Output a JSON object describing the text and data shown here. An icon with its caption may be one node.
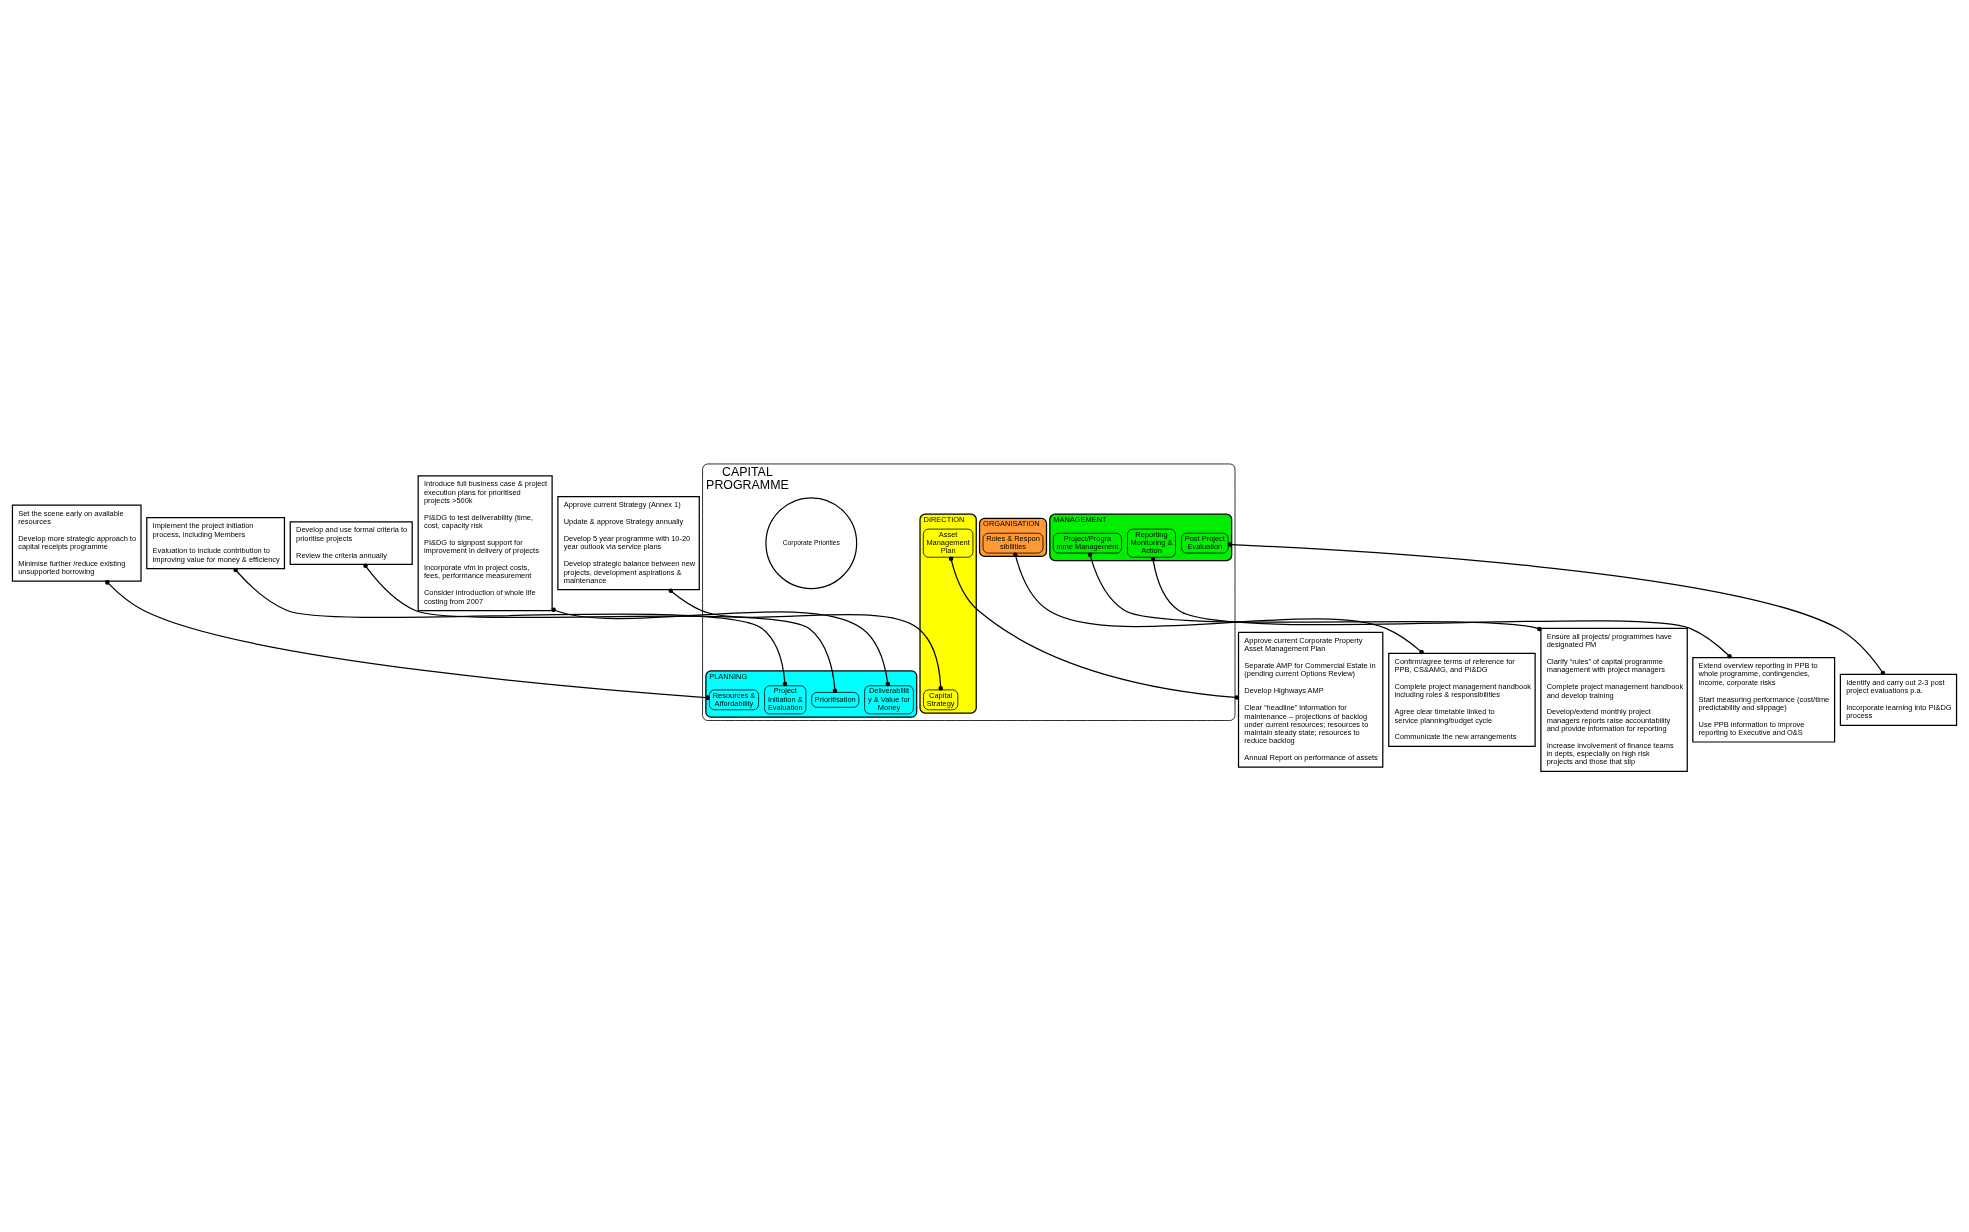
{
  "diagram": {
    "nodes": [
      {
        "text": [
          "CAPITAL",
          "PROGRAMME"
        ]
      },
      {
        "text": [
          "PLANNING"
        ],
        "in": 0
      },
      {
        "text": [
          "Resources & Affordability"
        ],
        "in": 1
      },
      {
        "text": [
          "Project Initiation & Evaluation"
        ],
        "in": 1
      },
      {
        "text": [
          "Prioritisation"
        ],
        "in": 1
      },
      {
        "text": [
          "Deliverablility & Value for Money"
        ],
        "in": 1
      },
      {
        "text": [
          "DIRECTION"
        ],
        "in": 0
      },
      {
        "text": [
          "Capital Strategy"
        ],
        "in": 6
      },
      {
        "text": [
          "Asset Management Plan"
        ],
        "in": 6
      },
      {
        "text": [
          "ORGANISATION"
        ],
        "in": 0
      },
      {
        "text": [
          "Roles & Responsibilities"
        ],
        "in": 9
      },
      {
        "text": [
          "MANAGEMENT"
        ],
        "in": 0
      },
      {
        "text": [
          "Project/Programme Management"
        ],
        "in": 11
      },
      {
        "text": [
          "Reporting Monitoring & Action"
        ],
        "in": 11
      },
      {
        "text": [
          "Post Project Evaluation"
        ],
        "in": 11
      },
      {
        "text": [
          "Corporate Priorities"
        ],
        "in": 0
      },
      {
        "text": [
          "Set the scene early on available resources",
          "Develop more strategic approach to capital receipts programme",
          "Minimise further /reduce existing unsupported borrowing"
        ]
      },
      {
        "text": [
          "Implement the project initiation process, including Members",
          "Evaluation to include contribution to improving value for money & efficiency"
        ]
      },
      {
        "text": [
          "Develop and use formal criteria to prioritise projects",
          "Review the criteria annually"
        ]
      },
      {
        "text": [
          "Introduce full business case & project execution plans for prioritised projects >500k",
          "PI&DG to test deliverability (time, cost, capacity risk",
          "PI&DG to signpost support for improvement in delivery of projects",
          "Incorporate vfm in project costs, fees, performance measurement",
          "Consider introduction of whole life costing from 2007"
        ]
      },
      {
        "text": [
          "Approve current Strategy (Annex 1)",
          "Update & approve Strategy annually",
          "Develop 5 year programme with 10-20 year outlook via service plans",
          "Develop strategic balance between new projects, development aspirations & maintenance"
        ]
      },
      {
        "text": [
          "Approve current Corporate Property Asset Management Plan",
          "Separate AMP for Commercial Estate in (pending current Options Review)",
          "Develop Highways AMP",
          "Clear “headline” information for maintenance – projections of backlog under current resources; resources to maintain steady state; resources to reduce backlog",
          "Annual Report on performance of assets"
        ]
      },
      {
        "text": [
          "Ensure all projects/ programmes have designated PM",
          "Clarify “rules” of capital programme management with project managers",
          "Complete project management handbook and develop training",
          "Develop/extend monthly project managers reports raise accountability and provide information for reporting",
          "Increase involvement of finance teams in depts, especially on high risk projects and those that slip"
        ]
      },
      {
        "text": [
          "Confirm/agree terms of reference for PPB, CS&AMG, and PI&DG",
          "Complete project management handbook including roles & responsibilities",
          "Agree clear timetable linked to service planning/budget cycle",
          "Communicate the new arrangements"
        ]
      },
      {
        "text": [
          "Identify and carry out 2-3 post project evaluations p.a.",
          "Incorporate learning into PI&DG process"
        ]
      },
      {
        "text": [
          "Extend overview reporting in PPB to whole programme, contingencies, income, corporate risks",
          "Start measuring performance (cost/time predictability and slippage)",
          "Use PPB information to improve reporting to Executive and O&S"
        ]
      }
    ],
    "edges": [
      {
        "from": 16,
        "to": 2,
        "arrow": "other"
      },
      {
        "from": 3,
        "to": 17,
        "arrow": "other"
      },
      {
        "from": 4,
        "to": 18,
        "arrow": "other"
      },
      {
        "from": 5,
        "to": 19,
        "arrow": "other"
      },
      {
        "from": 20,
        "to": 7,
        "arrow": "other"
      },
      {
        "from": 21,
        "to": 8,
        "arrow": "other"
      },
      {
        "from": 12,
        "to": 22,
        "arrow": "other"
      },
      {
        "from": 23,
        "to": 10,
        "arrow": "other"
      },
      {
        "from": 14,
        "to": 24,
        "arrow": "other"
      },
      {
        "from": 13,
        "to": 25,
        "arrow": "other"
      }
    ]
  }
}
